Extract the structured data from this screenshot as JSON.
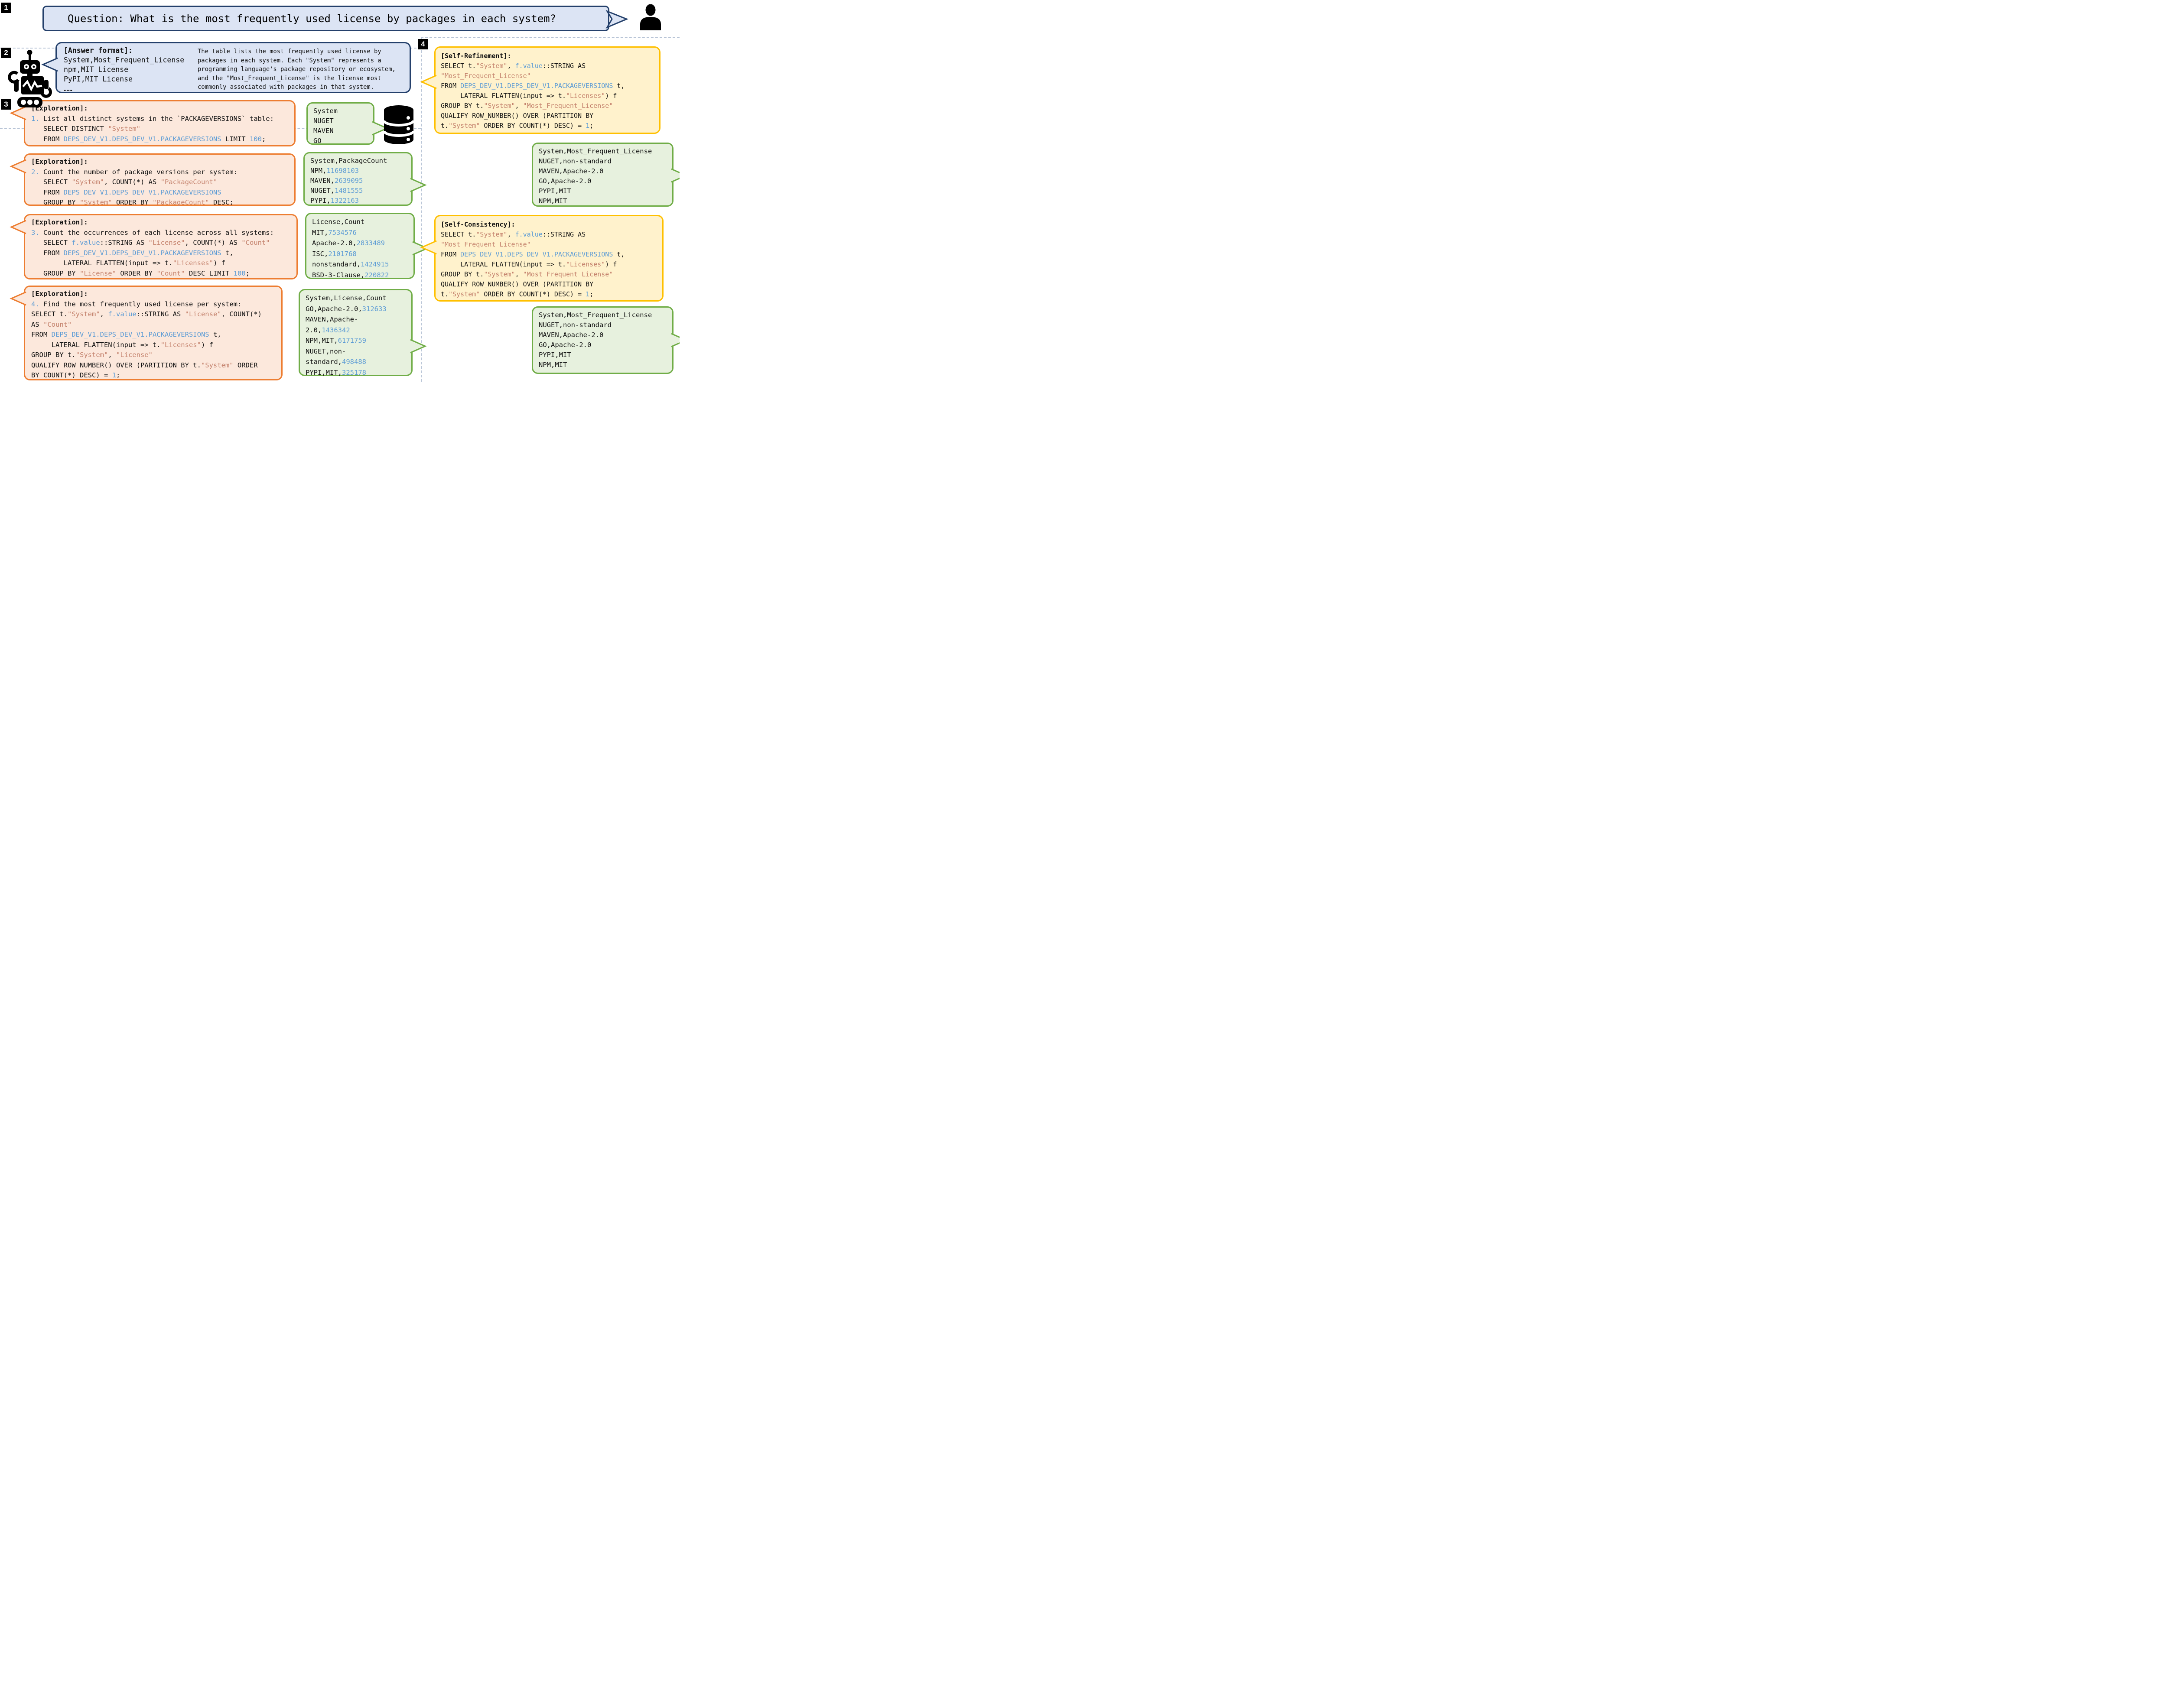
{
  "colors": {
    "question_bubble_border": "#24406b",
    "question_bubble_fill": "#dce4f4",
    "exploration_border": "#ed7d31",
    "exploration_fill": "#fce8dc",
    "result_border": "#70ad47",
    "result_fill": "#e7f1de",
    "refinement_border": "#ffc000",
    "refinement_fill": "#fff2cc",
    "code_identifier_blue": "#5b9bd5",
    "code_string_salmon": "#c4826d",
    "divider_dash": "#b8c4d6"
  },
  "badges": {
    "one": "1",
    "two": "2",
    "three": "3",
    "four": "4"
  },
  "icons": {
    "person": "person-icon",
    "robot": "robot-icon",
    "database": "database-icon"
  },
  "question": {
    "text": "Question: What is the most frequently used license by packages in each system?"
  },
  "answer": {
    "header": "[Answer format]:",
    "format_lines": [
      "System,Most_Frequent_License",
      "npm,MIT License",
      "PyPI,MIT License",
      "……"
    ],
    "description": "The table lists the most frequently used license by packages in each system. Each \"System\" represents a programming language's package repository or ecosystem, and the \"Most_Frequent_License\" is the license most commonly associated with packages in that system."
  },
  "bubbles": [
    {
      "id": "e1",
      "kind": "exploration",
      "lines": [
        [
          [
            "hd",
            "[Exploration]:"
          ]
        ],
        [
          [
            "b",
            "1."
          ],
          [
            "k",
            " List all distinct systems in the `PACKAGEVERSIONS` table:"
          ]
        ],
        [
          [
            "k",
            "   SELECT DISTINCT "
          ],
          [
            "s",
            "\"System\""
          ]
        ],
        [
          [
            "k",
            "   FROM "
          ],
          [
            "b",
            "DEPS_DEV_V1.DEPS_DEV_V1.PACKAGEVERSIONS"
          ],
          [
            "k",
            " LIMIT "
          ],
          [
            "b",
            "100"
          ],
          [
            "k",
            ";"
          ]
        ]
      ]
    },
    {
      "id": "e2",
      "kind": "exploration",
      "lines": [
        [
          [
            "hd",
            "[Exploration]:"
          ]
        ],
        [
          [
            "b",
            "2."
          ],
          [
            "k",
            " Count the number of package versions per system:"
          ]
        ],
        [
          [
            "k",
            "   SELECT "
          ],
          [
            "s",
            "\"System\""
          ],
          [
            "k",
            ", COUNT(*) AS "
          ],
          [
            "s",
            "\"PackageCount\""
          ]
        ],
        [
          [
            "k",
            "   FROM "
          ],
          [
            "b",
            "DEPS_DEV_V1.DEPS_DEV_V1.PACKAGEVERSIONS"
          ]
        ],
        [
          [
            "k",
            "   GROUP BY "
          ],
          [
            "s",
            "\"System\""
          ],
          [
            "k",
            " ORDER BY "
          ],
          [
            "s",
            "\"PackageCount\""
          ],
          [
            "k",
            " DESC;"
          ]
        ]
      ]
    },
    {
      "id": "e3",
      "kind": "exploration",
      "lines": [
        [
          [
            "hd",
            "[Exploration]:"
          ]
        ],
        [
          [
            "b",
            "3."
          ],
          [
            "k",
            " Count the occurrences of each license across all systems:"
          ]
        ],
        [
          [
            "k",
            "   SELECT "
          ],
          [
            "b",
            "f.value"
          ],
          [
            "k",
            "::STRING AS "
          ],
          [
            "s",
            "\"License\""
          ],
          [
            "k",
            ", COUNT(*) AS "
          ],
          [
            "s",
            "\"Count\""
          ]
        ],
        [
          [
            "k",
            "   FROM "
          ],
          [
            "b",
            "DEPS_DEV_V1.DEPS_DEV_V1.PACKAGEVERSIONS"
          ],
          [
            "k",
            " t,"
          ]
        ],
        [
          [
            "k",
            "        LATERAL FLATTEN(input => t."
          ],
          [
            "s",
            "\"Licenses\""
          ],
          [
            "k",
            ") f"
          ]
        ],
        [
          [
            "k",
            "   GROUP BY "
          ],
          [
            "s",
            "\"License\""
          ],
          [
            "k",
            " ORDER BY "
          ],
          [
            "s",
            "\"Count\""
          ],
          [
            "k",
            " DESC LIMIT "
          ],
          [
            "b",
            "100"
          ],
          [
            "k",
            ";"
          ]
        ]
      ]
    },
    {
      "id": "e4",
      "kind": "exploration",
      "lines": [
        [
          [
            "hd",
            "[Exploration]:"
          ]
        ],
        [
          [
            "b",
            "4."
          ],
          [
            "k",
            " Find the most frequently used license per system:"
          ]
        ],
        [
          [
            "k",
            "SELECT t."
          ],
          [
            "s",
            "\"System\""
          ],
          [
            "k",
            ", "
          ],
          [
            "b",
            "f.value"
          ],
          [
            "k",
            "::STRING AS "
          ],
          [
            "s",
            "\"License\""
          ],
          [
            "k",
            ", COUNT(*)"
          ]
        ],
        [
          [
            "k",
            "AS "
          ],
          [
            "s",
            "\"Count\""
          ]
        ],
        [
          [
            "k",
            "FROM "
          ],
          [
            "b",
            "DEPS_DEV_V1.DEPS_DEV_V1.PACKAGEVERSIONS"
          ],
          [
            "k",
            " t,"
          ]
        ],
        [
          [
            "k",
            "     LATERAL FLATTEN(input => t."
          ],
          [
            "s",
            "\"Licenses\""
          ],
          [
            "k",
            ") f"
          ]
        ],
        [
          [
            "k",
            "GROUP BY t."
          ],
          [
            "s",
            "\"System\""
          ],
          [
            "k",
            ", "
          ],
          [
            "s",
            "\"License\""
          ]
        ],
        [
          [
            "k",
            "QUALIFY ROW_NUMBER() OVER (PARTITION BY t."
          ],
          [
            "s",
            "\"System\""
          ],
          [
            "k",
            " ORDER"
          ]
        ],
        [
          [
            "k",
            "BY COUNT(*) DESC) = "
          ],
          [
            "b",
            "1"
          ],
          [
            "k",
            ";"
          ]
        ]
      ]
    },
    {
      "id": "y1",
      "kind": "self-refinement",
      "lines": [
        [
          [
            "hd",
            "[Self-Refinement]:"
          ]
        ],
        [
          [
            "k",
            "SELECT t."
          ],
          [
            "s",
            "\"System\""
          ],
          [
            "k",
            ", "
          ],
          [
            "b",
            "f.value"
          ],
          [
            "k",
            "::STRING AS"
          ]
        ],
        [
          [
            "s",
            "\"Most_Frequent_License\""
          ]
        ],
        [
          [
            "k",
            "FROM "
          ],
          [
            "b",
            "DEPS_DEV_V1.DEPS_DEV_V1.PACKAGEVERSIONS"
          ],
          [
            "k",
            " t,"
          ]
        ],
        [
          [
            "k",
            "     LATERAL FLATTEN(input => t."
          ],
          [
            "s",
            "\"Licenses\""
          ],
          [
            "k",
            ") f"
          ]
        ],
        [
          [
            "k",
            "GROUP BY t."
          ],
          [
            "s",
            "\"System\""
          ],
          [
            "k",
            ", "
          ],
          [
            "s",
            "\"Most_Frequent_License\""
          ]
        ],
        [
          [
            "k",
            "QUALIFY ROW_NUMBER() OVER (PARTITION BY"
          ]
        ],
        [
          [
            "k",
            "t."
          ],
          [
            "s",
            "\"System\""
          ],
          [
            "k",
            " ORDER BY COUNT(*) DESC) = "
          ],
          [
            "b",
            "1"
          ],
          [
            "k",
            ";"
          ]
        ]
      ]
    },
    {
      "id": "y2",
      "kind": "self-consistency",
      "lines": [
        [
          [
            "hd",
            "[Self-Consistency]:"
          ]
        ],
        [
          [
            "k",
            "SELECT t."
          ],
          [
            "s",
            "\"System\""
          ],
          [
            "k",
            ", "
          ],
          [
            "b",
            "f.value"
          ],
          [
            "k",
            "::STRING AS"
          ]
        ],
        [
          [
            "s",
            "\"Most_Frequent_License\""
          ]
        ],
        [
          [
            "k",
            "FROM "
          ],
          [
            "b",
            "DEPS_DEV_V1.DEPS_DEV_V1.PACKAGEVERSIONS"
          ],
          [
            "k",
            " t,"
          ]
        ],
        [
          [
            "k",
            "     LATERAL FLATTEN(input => t."
          ],
          [
            "s",
            "\"Licenses\""
          ],
          [
            "k",
            ") f"
          ]
        ],
        [
          [
            "k",
            "GROUP BY t."
          ],
          [
            "s",
            "\"System\""
          ],
          [
            "k",
            ", "
          ],
          [
            "s",
            "\"Most_Frequent_License\""
          ]
        ],
        [
          [
            "k",
            "QUALIFY ROW_NUMBER() OVER (PARTITION BY"
          ]
        ],
        [
          [
            "k",
            "t."
          ],
          [
            "s",
            "\"System\""
          ],
          [
            "k",
            " ORDER BY COUNT(*) DESC) = "
          ],
          [
            "b",
            "1"
          ],
          [
            "k",
            ";"
          ]
        ]
      ]
    },
    {
      "id": "g1",
      "kind": "query-result",
      "lines": [
        [
          [
            "k",
            "System"
          ]
        ],
        [
          [
            "k",
            "NUGET"
          ]
        ],
        [
          [
            "k",
            "MAVEN"
          ]
        ],
        [
          [
            "k",
            "GO"
          ]
        ]
      ]
    },
    {
      "id": "g2",
      "kind": "query-result",
      "lines": [
        [
          [
            "k",
            "System,PackageCount"
          ]
        ],
        [
          [
            "k",
            "NPM,"
          ],
          [
            "b",
            "11698103"
          ]
        ],
        [
          [
            "k",
            "MAVEN,"
          ],
          [
            "b",
            "2639095"
          ]
        ],
        [
          [
            "k",
            "NUGET,"
          ],
          [
            "b",
            "1481555"
          ]
        ],
        [
          [
            "k",
            "PYPI,"
          ],
          [
            "b",
            "1322163"
          ]
        ]
      ]
    },
    {
      "id": "g3",
      "kind": "query-result",
      "lines": [
        [
          [
            "k",
            "License,Count"
          ]
        ],
        [
          [
            "k",
            "MIT,"
          ],
          [
            "b",
            "7534576"
          ]
        ],
        [
          [
            "k",
            "Apache-2.0,"
          ],
          [
            "b",
            "2833489"
          ]
        ],
        [
          [
            "k",
            "ISC,"
          ],
          [
            "b",
            "2101768"
          ]
        ],
        [
          [
            "k",
            "nonstandard,"
          ],
          [
            "b",
            "1424915"
          ]
        ],
        [
          [
            "k",
            "BSD-3-Clause,"
          ],
          [
            "b",
            "220822"
          ]
        ]
      ]
    },
    {
      "id": "g4",
      "kind": "query-result",
      "lines": [
        [
          [
            "k",
            "System,License,Count"
          ]
        ],
        [
          [
            "k",
            "GO,Apache-2.0,"
          ],
          [
            "b",
            "312633"
          ]
        ],
        [
          [
            "k",
            "MAVEN,Apache-"
          ]
        ],
        [
          [
            "k",
            "2.0,"
          ],
          [
            "b",
            "1436342"
          ]
        ],
        [
          [
            "k",
            "NPM,MIT,"
          ],
          [
            "b",
            "6171759"
          ]
        ],
        [
          [
            "k",
            "NUGET,non-"
          ]
        ],
        [
          [
            "k",
            "standard,"
          ],
          [
            "b",
            "498488"
          ]
        ],
        [
          [
            "k",
            "PYPI,MIT,"
          ],
          [
            "b",
            "325178"
          ]
        ]
      ]
    },
    {
      "id": "gr1",
      "kind": "final-answer",
      "lines": [
        [
          [
            "k",
            "System,Most_Frequent_License"
          ]
        ],
        [
          [
            "k",
            "NUGET,non-standard"
          ]
        ],
        [
          [
            "k",
            "MAVEN,Apache-2.0"
          ]
        ],
        [
          [
            "k",
            "GO,Apache-2.0"
          ]
        ],
        [
          [
            "k",
            "PYPI,MIT"
          ]
        ],
        [
          [
            "k",
            "NPM,MIT"
          ]
        ]
      ]
    },
    {
      "id": "gr2",
      "kind": "final-answer",
      "lines": [
        [
          [
            "k",
            "System,Most_Frequent_License"
          ]
        ],
        [
          [
            "k",
            "NUGET,non-standard"
          ]
        ],
        [
          [
            "k",
            "MAVEN,Apache-2.0"
          ]
        ],
        [
          [
            "k",
            "GO,Apache-2.0"
          ]
        ],
        [
          [
            "k",
            "PYPI,MIT"
          ]
        ],
        [
          [
            "k",
            "NPM,MIT"
          ]
        ]
      ]
    }
  ]
}
